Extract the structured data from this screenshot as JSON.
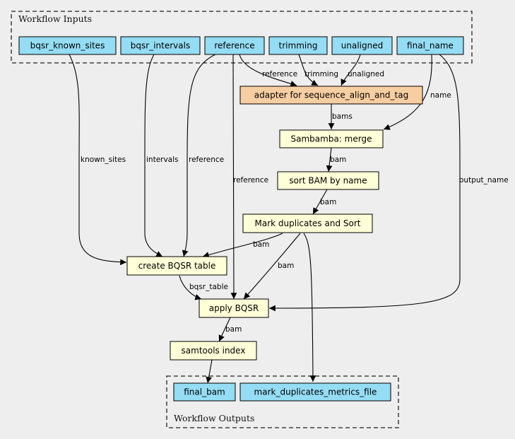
{
  "clusters": {
    "inputs_label": "Workflow Inputs",
    "outputs_label": "Workflow Outputs"
  },
  "nodes": {
    "bqsr_known_sites": "bqsr_known_sites",
    "bqsr_intervals": "bqsr_intervals",
    "reference": "reference",
    "trimming": "trimming",
    "unaligned": "unaligned",
    "final_name": "final_name",
    "adapter": "adapter for sequence_align_and_tag",
    "merge": "Sambamba: merge",
    "sort_by_name": "sort BAM by name",
    "mark_duplicates": "Mark duplicates and Sort",
    "create_bqsr": "create BQSR table",
    "apply_bqsr": "apply BQSR",
    "samtools_index": "samtools index",
    "final_bam": "final_bam",
    "mark_duplicates_metrics_file": "mark_duplicates_metrics_file"
  },
  "edge_labels": {
    "reference_adapter": "reference",
    "trimming_adapter": "trimming",
    "unaligned_adapter": "unaligned",
    "final_name_merge": "name",
    "adapter_merge": "bams",
    "merge_sort": "bam",
    "sort_markdup": "bam",
    "known_sites": "known_sites",
    "intervals": "intervals",
    "reference_create": "reference",
    "reference_apply": "reference",
    "output_name": "output_name",
    "markdup_create": "bam",
    "markdup_apply": "bam",
    "bqsr_table": "bqsr_table",
    "apply_index": "bam"
  },
  "colors": {
    "input_output_fill": "#94ddf4",
    "adapter_fill": "#f7cea1",
    "step_fill": "#ffffd8",
    "background": "#eeeeee"
  }
}
